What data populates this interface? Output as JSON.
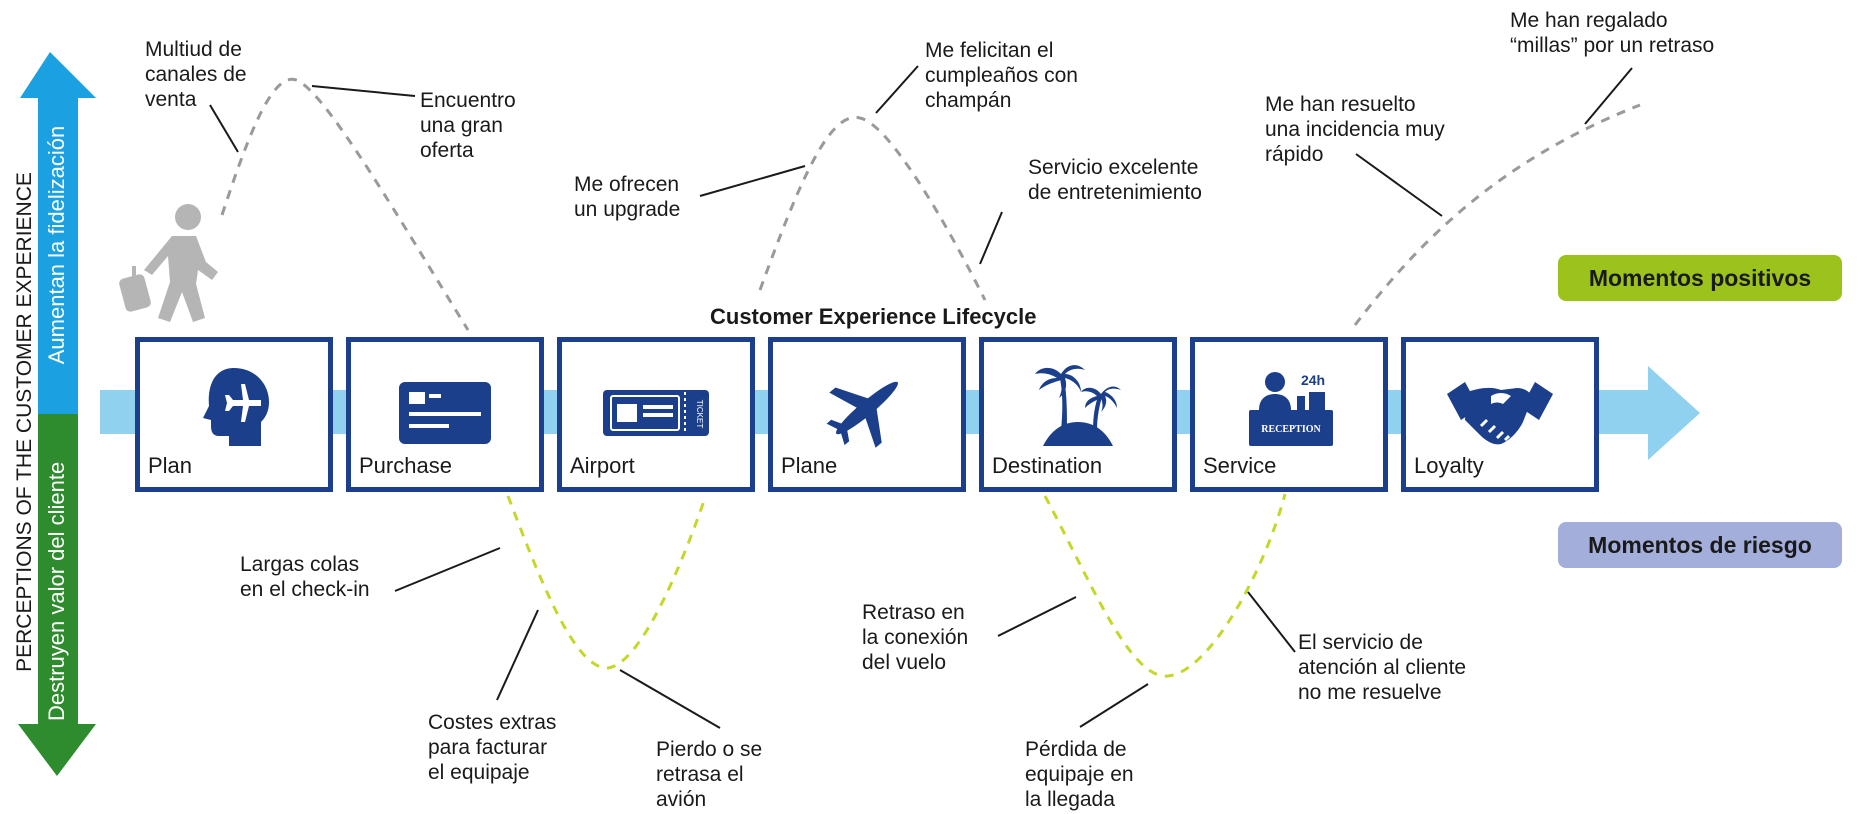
{
  "axis": {
    "title": "PERCEPTIONS OF THE CUSTOMER EXPERIENCE",
    "up_label": "Aumentan la fidelización",
    "down_label": "Destruyen valor del cliente"
  },
  "lifecycle_title": "Customer Experience Lifecycle",
  "stages": [
    {
      "label": "Plan",
      "icon": "head-plane-icon"
    },
    {
      "label": "Purchase",
      "icon": "credit-card-icon"
    },
    {
      "label": "Airport",
      "icon": "ticket-icon"
    },
    {
      "label": "Plane",
      "icon": "airplane-icon"
    },
    {
      "label": "Destination",
      "icon": "palm-trees-icon"
    },
    {
      "label": "Service",
      "icon": "reception-desk-icon"
    },
    {
      "label": "Loyalty",
      "icon": "handshake-icon"
    }
  ],
  "icon_texts": {
    "service_hours": "24h",
    "service_desk": "RECEPTION",
    "ticket": "TICKET"
  },
  "legend": {
    "positive": "Momentos positivos",
    "risk": "Momentos de riesgo"
  },
  "positive_moments": [
    "Multiud de\ncanales de\nventa",
    "Encuentro\nuna gran\noferta",
    "Me ofrecen\nun upgrade",
    "Me felicitan el\ncumpleaños con\nchampán",
    "Servicio excelente\nde entretenimiento",
    "Me han resuelto\nuna incidencia muy\nrápido",
    "Me han regalado\n“millas” por un retraso"
  ],
  "risk_moments": [
    "Largas colas\nen el check-in",
    "Costes extras\npara facturar\nel equipaje",
    "Pierdo o se\nretrasa el\navión",
    "Retraso en\nla conexión\ndel vuelo",
    "Pérdida de\nequipaje en\nla llegada",
    "El servicio de\natención al cliente\nno me resuelve"
  ],
  "colors": {
    "up_arrow": "#1ba1e2",
    "down_arrow": "#2e8b2e",
    "stage_border": "#1b3f8a",
    "flow_arrow": "#8fd1ee",
    "positive_pill": "#9bc31c",
    "risk_pill": "#a3aedb",
    "positive_curve": "#9a9a9a",
    "risk_curve": "#c5d82a"
  }
}
